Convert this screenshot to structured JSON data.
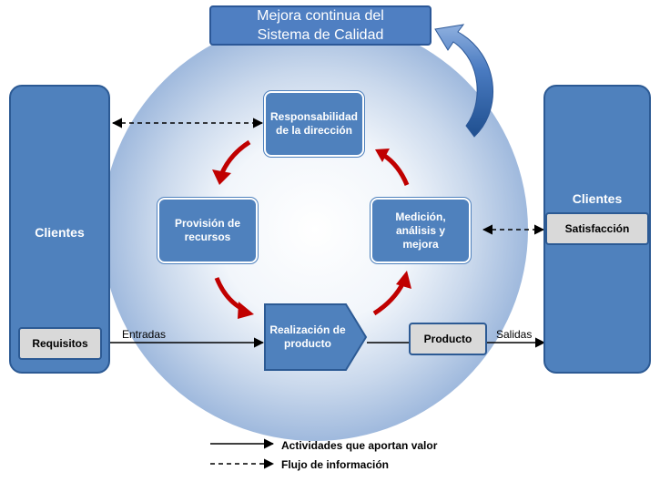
{
  "title": {
    "line1": "Mejora continua del",
    "line2": "Sistema de Calidad"
  },
  "left_column": {
    "label": "Clientes",
    "item": "Requisitos"
  },
  "right_column": {
    "label": "Clientes",
    "item": "Satisfacción"
  },
  "processes": {
    "responsabilidad": {
      "line1": "Responsabilidad",
      "line2": "de la dirección"
    },
    "provision": {
      "line1": "Provisión de",
      "line2": "recursos"
    },
    "medicion": {
      "line1": "Medición,",
      "line2": "análisis y",
      "line3": "mejora"
    },
    "realizacion": {
      "line1": "Realización de",
      "line2": "producto"
    }
  },
  "flow": {
    "entradas": "Entradas",
    "producto": "Producto",
    "salidas": "Salidas"
  },
  "legend": {
    "solid": "Actividades que aportan valor",
    "dashed": "Flujo de información"
  },
  "colors": {
    "box_blue": "#4f81bd",
    "box_border": "#2c5a94",
    "grey": "#d9d9d9",
    "red_arrow": "#c00000"
  }
}
